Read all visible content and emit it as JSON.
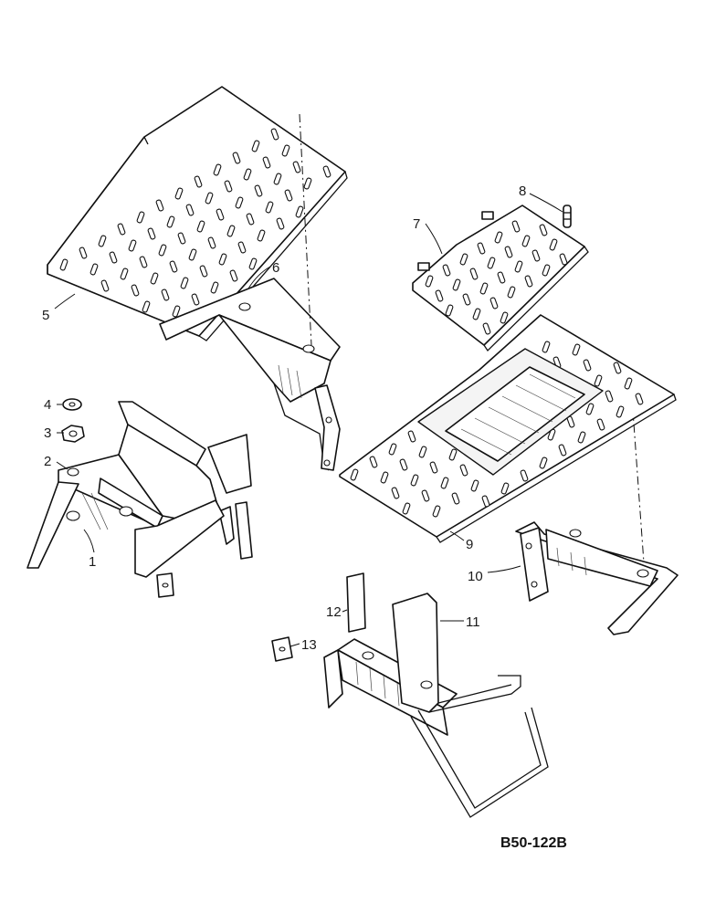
{
  "diagram": {
    "drawing_code": "B50-122B",
    "callouts": [
      {
        "id": "c1",
        "label": "1"
      },
      {
        "id": "c2",
        "label": "2"
      },
      {
        "id": "c3",
        "label": "3"
      },
      {
        "id": "c4",
        "label": "4"
      },
      {
        "id": "c5",
        "label": "5"
      },
      {
        "id": "c6",
        "label": "6"
      },
      {
        "id": "c7",
        "label": "7"
      },
      {
        "id": "c8",
        "label": "8"
      },
      {
        "id": "c9",
        "label": "9"
      },
      {
        "id": "c10",
        "label": "10"
      },
      {
        "id": "c11",
        "label": "11"
      },
      {
        "id": "c12",
        "label": "12"
      },
      {
        "id": "c13",
        "label": "13"
      }
    ]
  }
}
